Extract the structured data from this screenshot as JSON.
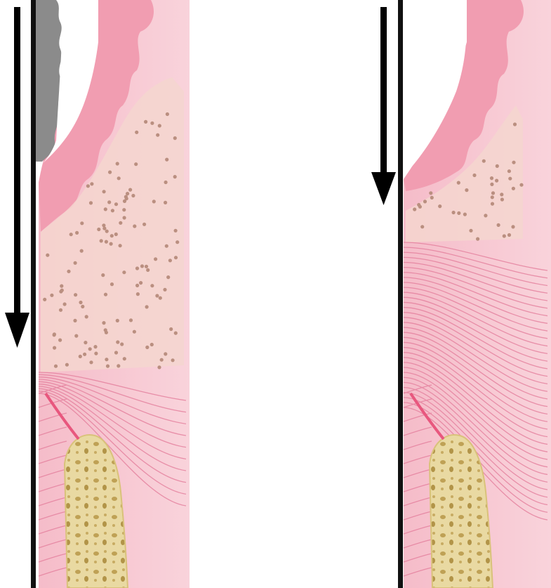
{
  "diagram": {
    "panels": [
      {
        "id": "left",
        "description_id": "deep-pocket",
        "arrow": "down",
        "has_calculus": true
      },
      {
        "id": "right",
        "description_id": "shallow-pocket",
        "arrow": "down",
        "has_calculus": false
      }
    ],
    "colors": {
      "gingiva": "#f7c9d2",
      "gingiva_dark": "#ef9fb1",
      "epithelium": "#f29bb0",
      "infiltrate": "#f3dccb",
      "cell_dots": "#b58a7a",
      "bone": "#e8d8a0",
      "bone_dark": "#b79a4e",
      "calculus": "#8a8a8a",
      "tooth_line": "#111111",
      "arrow": "#000000",
      "fiber": "#e986a2"
    }
  }
}
